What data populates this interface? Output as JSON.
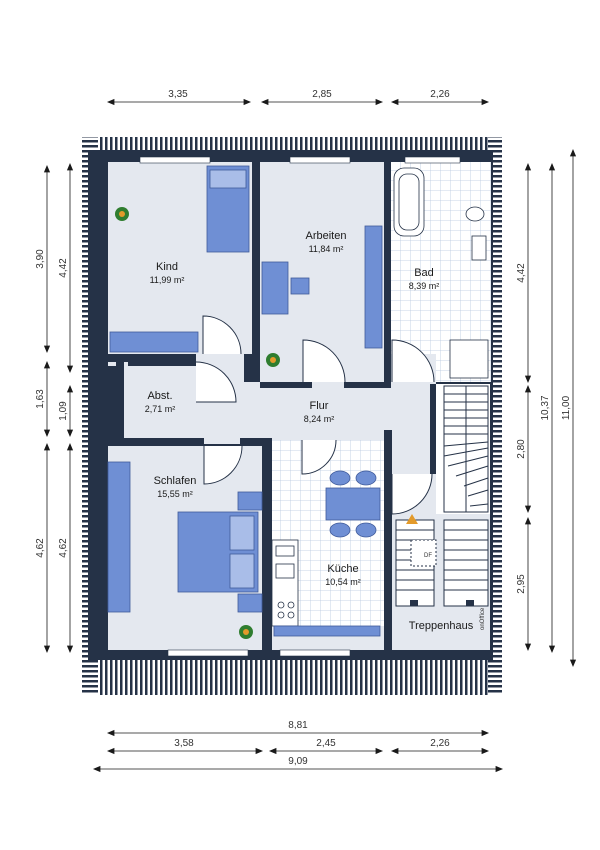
{
  "colors": {
    "wall": "#253247",
    "floor": "#e4e8ef",
    "furniture": "#6f8fd4",
    "tile_line": "#b8c8e0",
    "roof_stripes": "#253247",
    "accent": "#e39a2a",
    "plant": "#2f7d2f"
  },
  "rooms": [
    {
      "id": "kind",
      "name": "Kind",
      "area": "11,99 m²"
    },
    {
      "id": "arbeiten",
      "name": "Arbeiten",
      "area": "11,84 m²"
    },
    {
      "id": "bad",
      "name": "Bad",
      "area": "8,39 m²"
    },
    {
      "id": "abst",
      "name": "Abst.",
      "area": "2,71 m²"
    },
    {
      "id": "flur",
      "name": "Flur",
      "area": "8,24 m²"
    },
    {
      "id": "schlafen",
      "name": "Schlafen",
      "area": "15,55 m²"
    },
    {
      "id": "kueche",
      "name": "Küche",
      "area": "10,54 m²"
    },
    {
      "id": "treppenhaus",
      "name": "Treppenhaus",
      "area": ""
    }
  ],
  "dimensions": {
    "top": [
      "3,35",
      "2,85",
      "2,26"
    ],
    "bottom_total_inner": "8,81",
    "bottom_parts": [
      "3,58",
      "2,45",
      "2,26"
    ],
    "bottom_total_outer": "9,09",
    "left_outer": [
      "3,90",
      "1,63",
      "4,62"
    ],
    "left_inner": [
      "4,42",
      "1,09",
      "4,62"
    ],
    "right_inner": [
      "4,42",
      "2,80",
      "2,95"
    ],
    "right_mid": "10,37",
    "right_outer": "11,00"
  },
  "labels": {
    "df": "DF",
    "brand": "onOffice"
  }
}
